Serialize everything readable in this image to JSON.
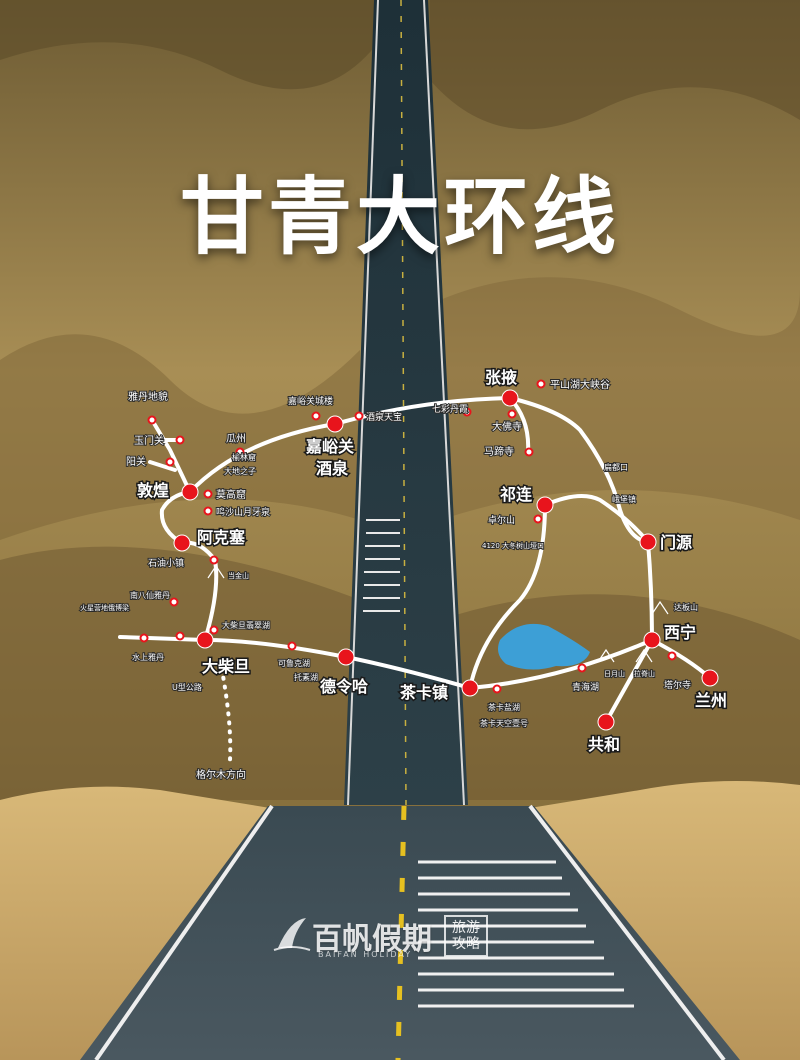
{
  "title": "甘青大环线",
  "watermark": {
    "brand": "百帆假期",
    "sub": "BAIFAN HOLIDAY",
    "tag": "旅游攻略"
  },
  "colors": {
    "route": "#ffffff",
    "city_marker": "#e8141c",
    "poi_marker": "#e8141c",
    "lake": "#3d9fd6",
    "road": "#2a3a44"
  },
  "cities": {
    "zhangye": "张掖",
    "jiayuguan": "嘉峪关",
    "jiuquan": "酒泉",
    "dunhuang": "敦煌",
    "akesai": "阿克塞",
    "dachaidan": "大柴旦",
    "delingha": "德令哈",
    "chakazhen": "茶卡镇",
    "qilian": "祁连",
    "menyuan": "门源",
    "xining": "西宁",
    "lanzhou": "兰州",
    "gonghe": "共和"
  },
  "pois": {
    "yadan": "雅丹地貌",
    "yumenguan": "玉门关",
    "yangguan": "阳关",
    "guazhou": "瓜州",
    "yulinku": "榆林窟",
    "dadizhizi": "大地之子",
    "jiayuguan_fort": "嘉峪关城楼",
    "jiuquan_tianbao": "酒泉天宝",
    "qicai": "七彩丹霞",
    "pingshanhu": "平山湖大峡谷",
    "dafosi": "大佛寺",
    "matisi": "马蹄寺",
    "biandukou": "扁都口",
    "ebaozhen": "峨堡镇",
    "zhuoershan": "卓尔山",
    "dadongshu": "4120 大冬树山垭口",
    "mogaoku": "莫高窟",
    "mingshashan": "鸣沙山月牙泉",
    "shiyouxiaozhen": "石油小镇",
    "dangjinshan": "当金山",
    "nanbaxian": "南八仙雅丹",
    "huoxing": "火星营地俄博梁",
    "shuishang": "水上雅丹",
    "u_road": "U型公路",
    "feicuihu": "大柴旦翡翠湖",
    "keluke": "可鲁克湖",
    "tuosu": "托素湖",
    "gelmu": "格尔木方向",
    "chaka_yanhu": "茶卡盐湖",
    "tiankong": "茶卡天空壹号",
    "qinghaihu": "青海湖",
    "riyueshan": "日月山",
    "lajishan": "拉脊山",
    "taersi": "塔尔寺",
    "dabanshan": "达板山"
  }
}
